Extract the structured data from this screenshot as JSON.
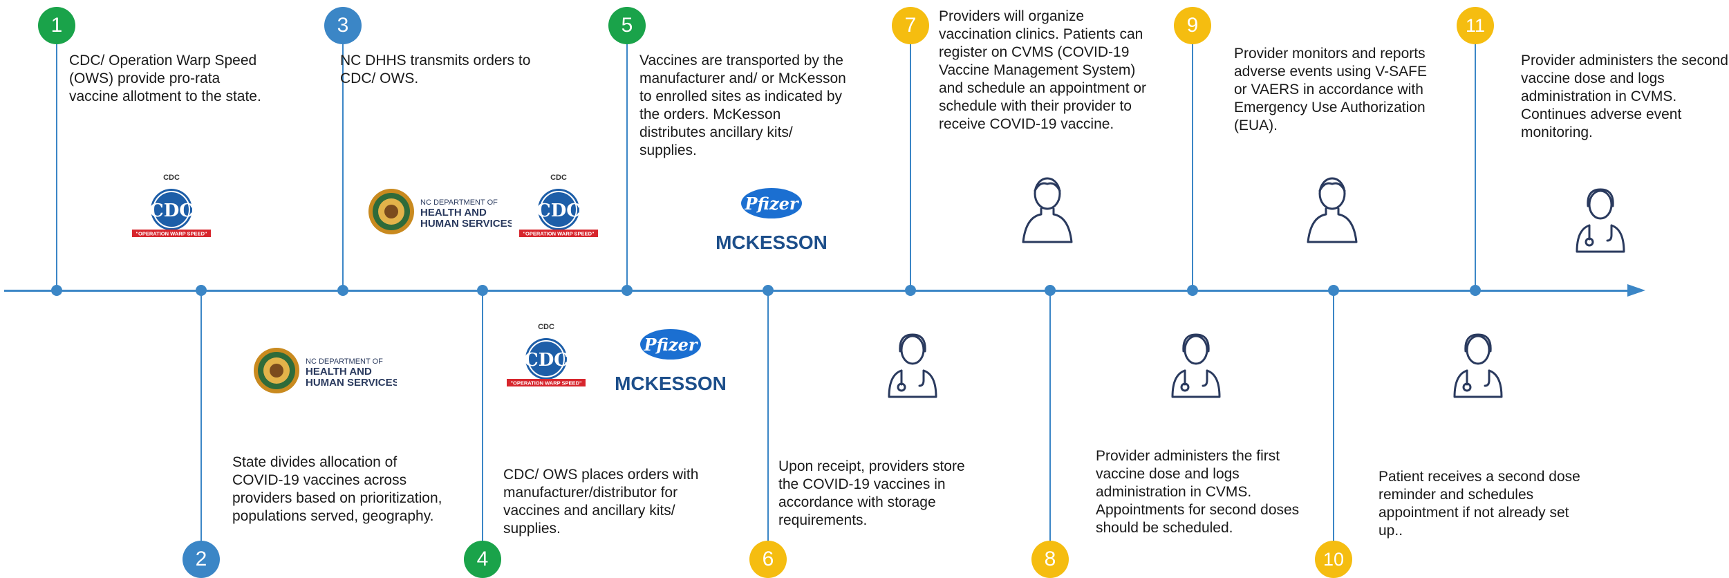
{
  "timeline": {
    "steps": [
      {
        "num": "1",
        "color": "#1aa34a",
        "text": "CDC/ Operation Warp Speed (OWS) provide pro-rata vaccine allotment to the state."
      },
      {
        "num": "2",
        "color": "#3b86c6",
        "text": "State divides allocation of COVID-19 vaccines across providers based on prioritization, populations served, geography."
      },
      {
        "num": "3",
        "color": "#3b86c6",
        "text": "NC DHHS transmits orders to CDC/ OWS."
      },
      {
        "num": "4",
        "color": "#1aa34a",
        "text": "CDC/ OWS places orders with manufacturer/distributor for vaccines and ancillary kits/ supplies."
      },
      {
        "num": "5",
        "color": "#1aa34a",
        "text": "Vaccines are transported by the manufacturer and/ or McKesson to enrolled sites as indicated by the orders. McKesson distributes ancillary kits/ supplies."
      },
      {
        "num": "6",
        "color": "#f5bd10",
        "text": "Upon receipt, providers store the COVID-19 vaccines in accordance with storage requirements."
      },
      {
        "num": "7",
        "color": "#f5bd10",
        "text": "Providers will organize vaccination clinics. Patients can register on CVMS (COVID-19 Vaccine Management System) and schedule an appointment or schedule with their provider to receive COVID-19 vaccine."
      },
      {
        "num": "8",
        "color": "#f5bd10",
        "text": "Provider administers the first vaccine dose and logs administration in CVMS. Appointments for second doses should be scheduled."
      },
      {
        "num": "9",
        "color": "#f5bd10",
        "text": "Provider monitors and reports adverse events using V-SAFE or VAERS in accordance with Emergency Use Authorization (EUA)."
      },
      {
        "num": "10",
        "color": "#f5bd10",
        "text": "Patient receives a second dose reminder and schedules appointment if not already set up.."
      },
      {
        "num": "11",
        "color": "#f5bd10",
        "text": "Provider administers the second vaccine dose and logs administration in CVMS. Continues adverse event monitoring."
      }
    ]
  },
  "logos": {
    "cdc_top": "CDC",
    "cdc_mark": "CDC",
    "cdc_ribbon": "\"OPERATION WARP SPEED\"",
    "ncdhhs_line1": "NC DEPARTMENT OF",
    "ncdhhs_line2": "HEALTH AND",
    "ncdhhs_line3": "HUMAN SERVICES",
    "pfizer": "Pfizer",
    "mckesson": "MCKESSON"
  },
  "colors": {
    "axis": "#3b86c6",
    "green": "#1aa34a",
    "blue": "#3b86c6",
    "yellow": "#f5bd10",
    "cdc_blue": "#1d5ea8",
    "ribbon_red": "#d7262d",
    "pfizer_blue": "#1b6fd1",
    "mckesson_navy": "#1c4e8a"
  },
  "icons": {
    "patient": "person-outline-icon",
    "provider": "doctor-stethoscope-icon"
  }
}
